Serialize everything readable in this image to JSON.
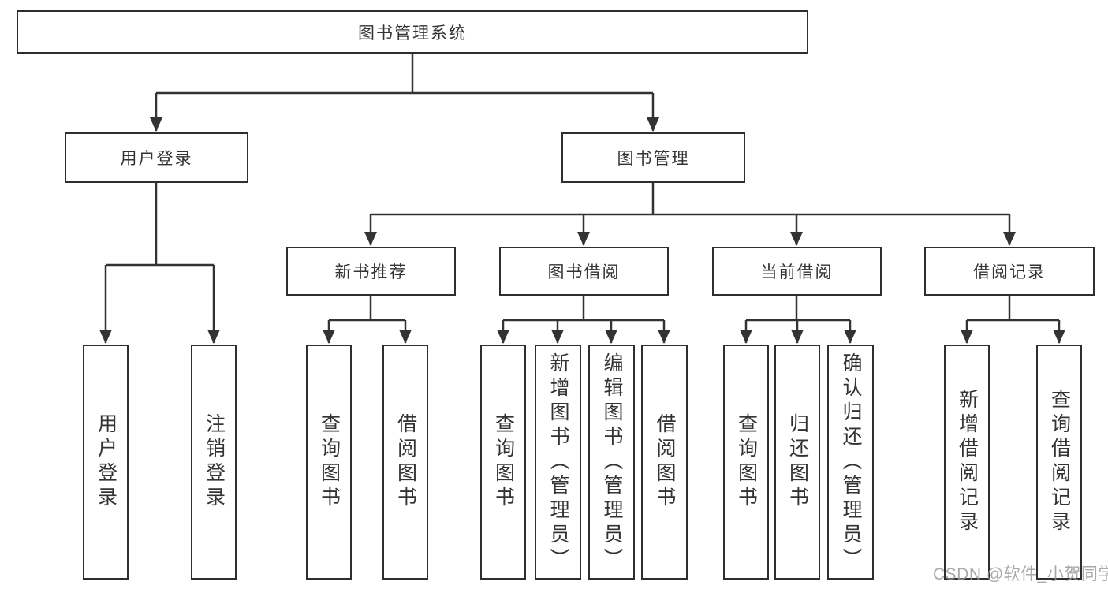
{
  "diagram": {
    "root": "图书管理系统",
    "level2": {
      "user_login": "用户登录",
      "book_mgmt": "图书管理"
    },
    "level3": {
      "new_books": "新书推荐",
      "book_borrow": "图书借阅",
      "current_borrow": "当前借阅",
      "borrow_records": "借阅记录"
    },
    "leaves": {
      "user_login": "用户登录",
      "user_logout": "注销登录",
      "nb_query_book": "查询图书",
      "nb_borrow_book": "借阅图书",
      "bb_query_book": "查询图书",
      "bb_add_book": "新增图书（管理员）",
      "bb_edit_book": "编辑图书（管理员）",
      "bb_borrow_book": "借阅图书",
      "cb_query_book": "查询图书",
      "cb_return_book": "归还图书",
      "cb_confirm_return": "确认归还（管理员）",
      "br_add_record": "新增借阅记录",
      "br_query_record": "查询借阅记录"
    },
    "line_color": "#333333",
    "box_border_color": "#2e2e2e",
    "background_color": "#ffffff"
  },
  "watermark": "CSDN @软件_小贺同学"
}
